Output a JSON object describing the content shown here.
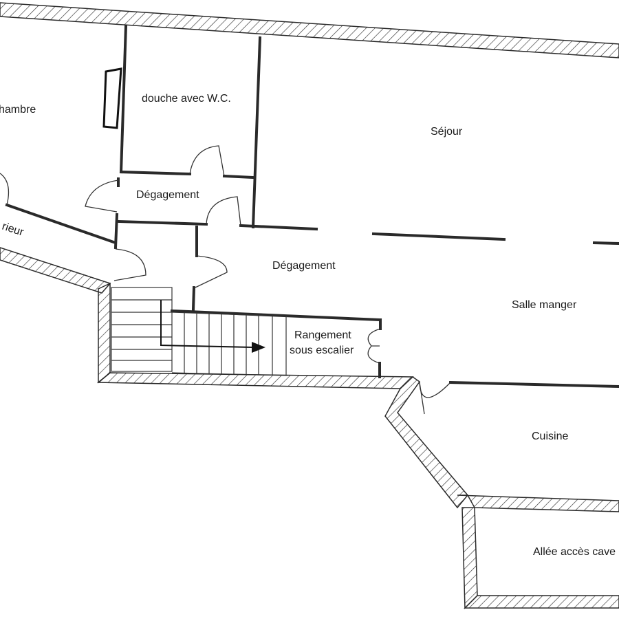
{
  "rooms": {
    "chambre": "hambre",
    "douche": "douche avec W.C.",
    "degagement_top": "Dégagement",
    "exterieur": "rieur",
    "sejour": "Séjour",
    "degagement_mid": "Dégagement",
    "salle_manger": "Salle manger",
    "rangement_line1": "Rangement",
    "rangement_line2": "sous escalier",
    "cuisine": "Cuisine",
    "allee": "Allée accès cave"
  }
}
